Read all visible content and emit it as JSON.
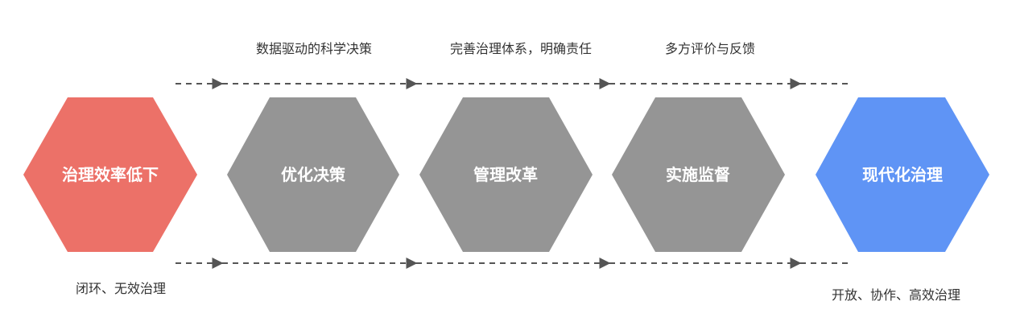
{
  "stages": [
    {
      "label": "治理效率低下",
      "color": "#EC7168"
    },
    {
      "label": "优化决策",
      "color": "#959595"
    },
    {
      "label": "管理改革",
      "color": "#959595"
    },
    {
      "label": "实施监督",
      "color": "#959595"
    },
    {
      "label": "现代化治理",
      "color": "#5F94F5"
    }
  ],
  "top_notes": {
    "first": "数据驱动的科学决策",
    "second": "完善治理体系，明确责任",
    "third": "多方评价与反馈"
  },
  "bottom_notes": {
    "left": "闭环、无效治理",
    "right": "开放、协作、高效治理"
  },
  "arrow_color": "#555555"
}
